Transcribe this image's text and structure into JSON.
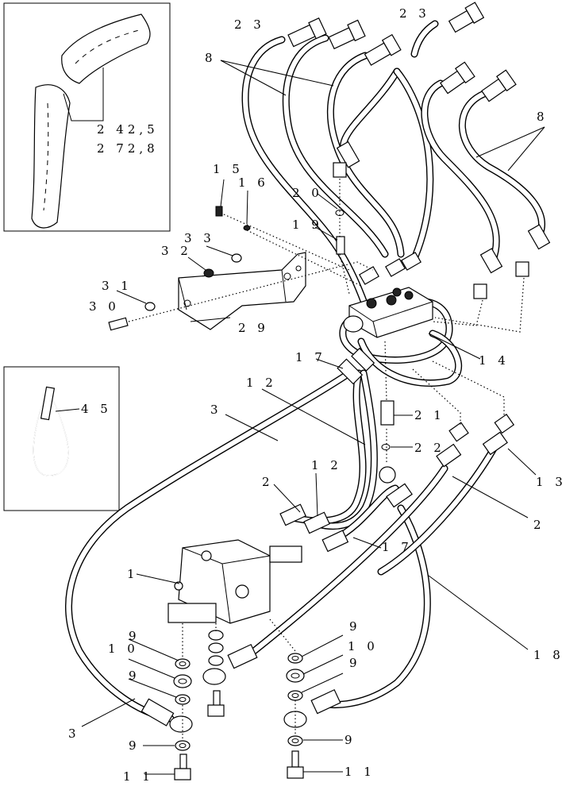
{
  "inset_hose_sleeve": {
    "label_line1": "2 42,5",
    "label_line2": "2 72,8"
  },
  "inset_strap": {
    "label": "4 5"
  },
  "callouts": {
    "c1": "1",
    "c2a": "2",
    "c2b": "2",
    "c3a": "3",
    "c3b": "3",
    "c8a": "8",
    "c8b": "8",
    "c9a": "9",
    "c9b": "9",
    "c9c": "9",
    "c9d": "9",
    "c9e": "9",
    "c9f": "9",
    "c10a": "1 0",
    "c10b": "1 0",
    "c11a": "1 1",
    "c11b": "1 1",
    "c12a": "1 2",
    "c12b": "1 2",
    "c13": "1 3",
    "c14": "1 4",
    "c15": "1 5",
    "c16": "1 6",
    "c17a": "1 7",
    "c17b": "1 7",
    "c18": "1 8",
    "c19": "1 9",
    "c20": "2 0",
    "c21": "2 1",
    "c22": "2 2",
    "c23a": "2 3",
    "c23b": "2 3",
    "c29": "2 9",
    "c30": "3 0",
    "c31": "3 1",
    "c32": "3 2",
    "c33": "3 3"
  }
}
